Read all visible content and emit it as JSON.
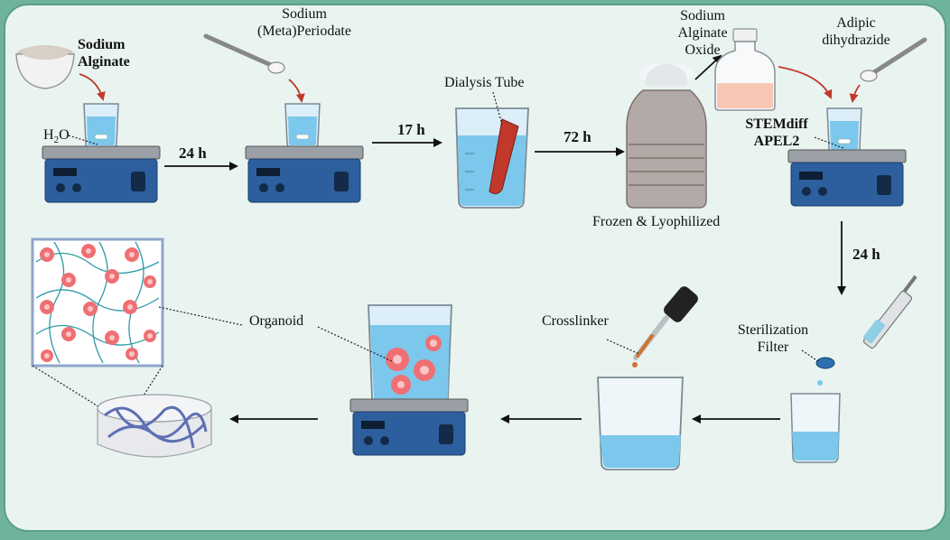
{
  "labels": {
    "sodium_alginate_line1": "Sodium",
    "sodium_alginate_line2": "Alginate",
    "water": "H",
    "water_sub": "2",
    "water_end": "O",
    "periodate_line1": "Sodium",
    "periodate_line2": "(Meta)Periodate",
    "dialysis_tube": "Dialysis Tube",
    "oxide_line1": "Sodium",
    "oxide_line2": "Alginate",
    "oxide_line3": "Oxide",
    "adipic_line1": "Adipic",
    "adipic_line2": "dihydrazide",
    "stemdiff_line1": "STEMdiff",
    "stemdiff_line2": "APEL2",
    "frozen": "Frozen & Lyophilized",
    "sterilization_line1": "Sterilization",
    "sterilization_line2": "Filter",
    "crosslinker": "Crosslinker",
    "organoid": "Organoid"
  },
  "times": {
    "t1": "24 h",
    "t2": "17 h",
    "t3": "72 h",
    "t4": "24 h"
  },
  "colors": {
    "frame": "#6fb39a",
    "panel": "#e9f4f0",
    "plate_blue": "#2d5f9e",
    "plate_top": "#9aa0a6",
    "liquid": "#7cc8ec",
    "organoid": "#ef6f73",
    "fiber": "#2f9aa6",
    "hydrogel": "#5f6fb4"
  },
  "icons": [
    "alginate-bowl-icon",
    "spatula-icon",
    "beaker-icon",
    "hot-plate-icon",
    "dialysis-beaker-icon",
    "lyophilizer-icon",
    "vial-icon",
    "syringe-filter-icon",
    "dropper-icon",
    "organoid-icon",
    "hydrogel-network-icon",
    "hydrogel-disc-icon"
  ]
}
